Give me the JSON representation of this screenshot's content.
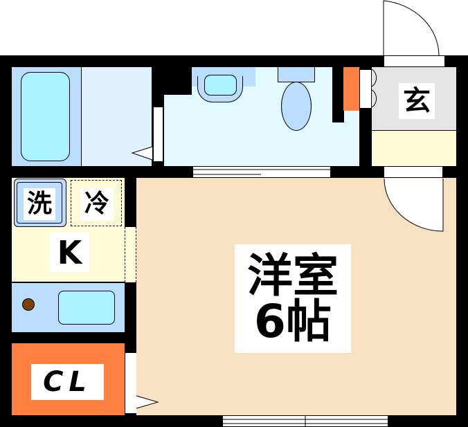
{
  "floorplan": {
    "rooms": {
      "western_room": {
        "name": "洋室",
        "size": "6帖",
        "color": "#F7E1C0"
      },
      "kitchen": {
        "label": "K",
        "color": "#FFFBD6"
      },
      "entrance": {
        "label": "玄",
        "color": "#E4E4E4"
      },
      "closet": {
        "label": "CL",
        "color": "#FF8040"
      },
      "bathroom": {
        "color": "#DFF0FF"
      },
      "toilet_washroom": {
        "color": "#E0FAFF"
      },
      "entrance_step": {
        "color": "#FFFBD6"
      }
    },
    "appliances": {
      "washer": "洗",
      "fridge": "冷"
    },
    "colors": {
      "wall": "#000000",
      "fixture_blue": "#BBDDFF",
      "fixture_cyan": "#AAF2FF",
      "stove_dot": "#804000",
      "shoe_box": "#FF8040"
    }
  }
}
